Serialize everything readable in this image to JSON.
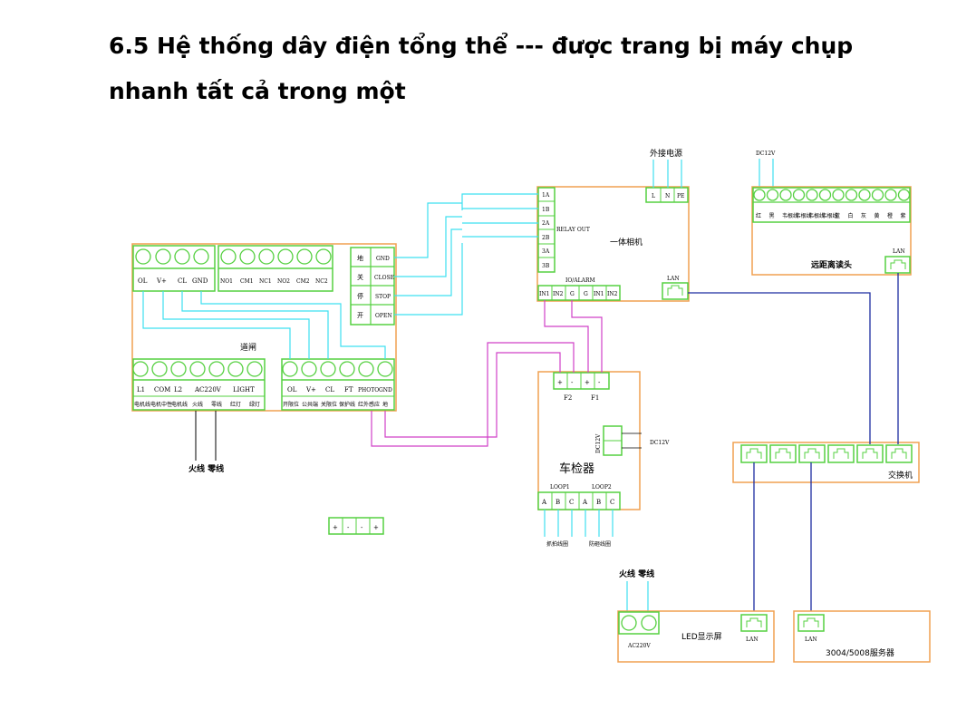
{
  "title": {
    "line1": "6.5 Hệ thống dây điện tổng thể --- được trang bị máy chụp",
    "line2": "nhanh tất cả trong một"
  },
  "colors": {
    "green": "#55d040",
    "orange": "#f0a050",
    "cyan": "#3ee0f0",
    "magenta": "#d040c8",
    "blue": "#1c2ca0"
  },
  "gate": {
    "name": "道闸",
    "top_terminals": [
      "OL",
      "V+",
      "CL",
      "GND"
    ],
    "nc_terminals": [
      "NO1",
      "CM1",
      "NC1",
      "NO2",
      "CM2",
      "NC2"
    ],
    "control_rows": [
      {
        "cn": "地",
        "en": "GND"
      },
      {
        "cn": "关",
        "en": "CLOSE"
      },
      {
        "cn": "停",
        "en": "STOP"
      },
      {
        "cn": "开",
        "en": "OPEN"
      }
    ],
    "bottom_left_top": [
      "L1",
      "COM",
      "L2",
      "AC220V",
      "LIGHT"
    ],
    "bottom_left_bottom": [
      "电机线",
      "电机中性",
      "电机线",
      "火线",
      "零线",
      "红灯",
      "绿灯"
    ],
    "bottom_right_top": [
      "OL",
      "V+",
      "CL",
      "FT",
      "PHOTO",
      "GND"
    ],
    "bottom_right_bottom": [
      "开限位",
      "公共端",
      "关限位",
      "保护线",
      "红外感应",
      "地"
    ]
  },
  "mains_label": "火线 零线",
  "standalone_terminal": [
    "+",
    "-",
    "-",
    "+"
  ],
  "camera": {
    "name": "一体相机",
    "relay_out": "RELAY OUT",
    "relay_terminals": [
      "1A",
      "1B",
      "2A",
      "2B",
      "3A",
      "3B"
    ],
    "power_terminals": [
      "L",
      "N",
      "PE"
    ],
    "external_power": "外接电源",
    "io_label": "IO/ALARM",
    "io_terminals": [
      "IN1",
      "IN2",
      "G",
      "G",
      "IN1",
      "IN2"
    ],
    "lan": "LAN"
  },
  "reader": {
    "name": "远距离读头",
    "dc_label": "DC12V",
    "terminals": [
      "红",
      "黑",
      "韦根线",
      "韦根线",
      "韦根线",
      "韦根线",
      "蓝",
      "白",
      "灰",
      "黄",
      "橙",
      "紫"
    ],
    "lan": "LAN"
  },
  "detector": {
    "name": "车检器",
    "top_terminals": [
      "+",
      "-",
      "+",
      "-"
    ],
    "top_labels": [
      "F2",
      "F1"
    ],
    "dc_side": "DC12V",
    "dc_label": "DC12V",
    "loop_labels": [
      "LOOP1",
      "LOOP2"
    ],
    "loop_terminals": [
      "A",
      "B",
      "C",
      "A",
      "B",
      "C"
    ],
    "coil_labels": [
      "抓拍线圈",
      "防砸线圈"
    ]
  },
  "switch": {
    "name": "交换机",
    "ports": 6
  },
  "led_display": {
    "name": "LED显示屏",
    "power_label": "AC220V",
    "mains_label": "火线 零线",
    "lan": "LAN"
  },
  "server": {
    "name": "3004/5008服务器",
    "lan": "LAN"
  }
}
